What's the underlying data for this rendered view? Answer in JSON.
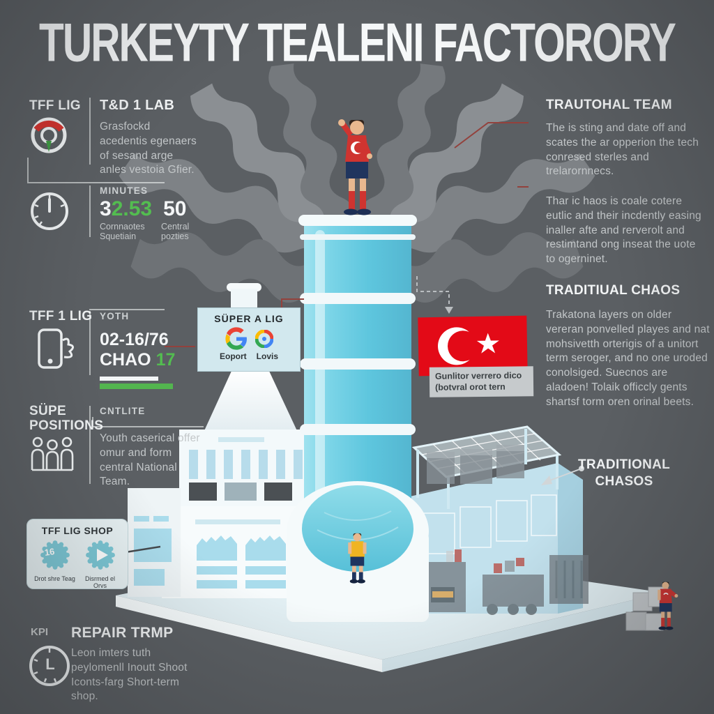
{
  "title": "TURKEYTY TEALENI FACTORORY",
  "colors": {
    "background": "#5b5f63",
    "accent_green": "#53bd50",
    "accent_red": "#93413c",
    "flag_red": "#e30a17",
    "tower_cyan": "#63cae2",
    "panel_blue": "#a9dcec"
  },
  "left": {
    "lab": {
      "kicker": "TFF LIG",
      "heading": "T&D 1 LAB",
      "body": "Grasfockd acedentis egenaers of sesand arge anles vestoia Gfier.",
      "icon": "gauge-icon"
    },
    "minutes": {
      "label": "MINUTES",
      "stat1_prefix": "3",
      "stat1_green": "2.53",
      "stat2": "50",
      "caption1": "Cornnaotes Squetiain",
      "caption2": "Central pozties",
      "icon": "clock-icon"
    },
    "youth": {
      "kicker": "TFF 1 LIG",
      "label": "YOTH",
      "range": "02-16/76",
      "word": "CHAO",
      "value_green": "17",
      "icon": "phone-icon"
    },
    "positions": {
      "kicker": "SÜPE POSITIONS",
      "label": "CNTLITE",
      "body": "Youth caserical offer omur and form central National Team.",
      "icon": "people-icon"
    },
    "shop": {
      "title": "TFF LIG SHOP",
      "badge1_glyph": "16",
      "badge1_caption": "Drot shre Teag",
      "badge2_caption": "Disrmed el Orvs"
    },
    "kpi": {
      "kicker": "KPI",
      "heading": "REPAIR TRMP",
      "clock_glyph": "L",
      "body": "Leon imters tuth peylomenll Inoutt Shoot Iconts-farg Short-term shop."
    }
  },
  "right": {
    "team": {
      "heading": "TRAUTOHAL TEAM",
      "p1": "The is sting and date off and scates the ar opperion the tech conresed sterles and trelarornnecs.",
      "p2": "Thar ic haos is coale cotere eutlic and their incdently easing inaller afte and rerverolt and restimtand ong inseat the uote to ogerninet."
    },
    "chaos": {
      "heading": "TRADITIUAL CHAOS",
      "body": "Trakatona layers on older vereran ponvelled playes and nat mohsivetth orterigis of a unitort term seroger, and no one uroded conolsiged. Suecnos are aladoen! Tolaik officcly gents shartsf torm oren orinal beets."
    },
    "chasos": {
      "line1": "TRADITIONAL",
      "line2": "CHASOS"
    }
  },
  "center": {
    "sign": {
      "title": "SÜPER A LIG",
      "sub1": "Eoport",
      "sub2": "Lovis"
    },
    "flag_caption": {
      "line1": "Gunlitor verrero dico",
      "line2": "(botvral orot tern"
    }
  }
}
